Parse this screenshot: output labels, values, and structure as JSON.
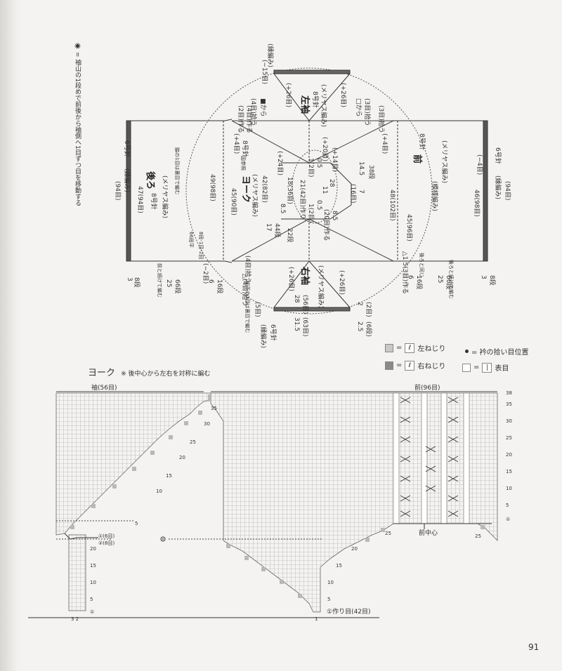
{
  "note": {
    "mark": "◉",
    "text": "= 袖山の1段めで前後から袖側へ1目ずつ目を移動する"
  },
  "schematic": {
    "back_title": "後ろ",
    "back_needle": "8号針",
    "back_stitch": "(メリヤス編み)",
    "back_note": "脇の1目は裏目で編む",
    "front_title": "前",
    "front_needle": "8号針",
    "front_stitch": "(メリヤス編み)",
    "front_center": "(模様編み)",
    "yoke_title": "ヨーク",
    "yoke_ref": "図参照",
    "yoke_stitch": "(メリヤス編み)",
    "yoke_needle": "8号針",
    "left_sleeve": "左袖",
    "right_sleeve": "右袖",
    "sleeve_needle": "8号針",
    "sleeve_stitch": "(メリヤス編み)",
    "rib": "(縁編み)",
    "rib_needle": "6号針",
    "w_back_edge": "(94目)",
    "w_back": "47(94目)",
    "w_back2": "49(98目)",
    "w_back3": "45(90目)",
    "w_front": "48(102目)",
    "w_front2": "45(96目)",
    "w_front3": "46(98目)",
    "w_front_edge": "(94目)",
    "w_yoke1": "21(42目)作り",
    "w_yoke2": "18(36目)",
    "w_yoke3": "42(82目)",
    "plus24": "(+24目)",
    "plus20": "(+20目)",
    "plus14": "(+14目)",
    "plus4": "(+4目)",
    "plus26": "(+26目)",
    "minus2": "(−2目)",
    "minus4": "(−4目)",
    "minus15": "(−15目)",
    "pick4": "(4目)拾う",
    "pick3": "(3目)拾う",
    "make2": "(2目)作る",
    "make4": "(4目)作る",
    "sq_from": "■から",
    "sq_pick": "(4目)拾う",
    "circ_from": "□から",
    "circ_pick": "(3目)拾う",
    "h_66": "66段平",
    "h_8dan": "8段-1目-2回",
    "h_17": "17",
    "h_44": "44段",
    "h_22": "22段",
    "h_85": "8.5",
    "h_14": "14.5",
    "h_38": "38段",
    "h_28": "28",
    "h_11": "11",
    "h_7": "7",
    "h_16": "(16目)",
    "h_85b": "8.5",
    "h_20": "(20目)作る",
    "h_05": "0.5",
    "h_1": "1(2目)",
    "h_05b": "0.5",
    "h_1b": "1(2目)",
    "h_sl28": "28",
    "h_sl56": "(56目)",
    "h_sl315": "31.5",
    "h_sl63": "(63目)",
    "h_sl2": "2",
    "h_sl2d": "(2目)",
    "h_sl25": "2.5",
    "h_sl6": "(6段)",
    "h_25": "25",
    "h_66b": "66段",
    "h_6": "6",
    "h_16b": "16段",
    "h_3": "3",
    "h_8": "8段",
    "h_25r": "25",
    "h_66r": "66段",
    "h_6r": "6",
    "h_16r": "16段",
    "h_3r": "3",
    "h_8r": "8段",
    "cont_back": "前と続けて編む",
    "cont_front": "後ろと続けて編む",
    "same_back": "後ろと同じ",
    "tri_pick": "△(4目)拾う",
    "tri_pick2": "△1.5(3目)作る",
    "cuff_note": "袖下の1目は裏目で編む",
    "w_sl": "(5目)"
  },
  "legend": {
    "left_twist": "左ねじり",
    "right_twist": "右ねじり",
    "pick_pos": "= 衿の拾い目位置",
    "knit": "表目",
    "eq": "="
  },
  "yoke": {
    "title": "ヨーク",
    "subtitle": "※ 後中心から左右を対称に編む"
  },
  "chart": {
    "sleeve_label": "袖(56目)",
    "front_label": "前(96目)",
    "front_center": "前中心",
    "cast_on": "①作り目(42目)",
    "first_row": "①(6目)",
    "second": "②(8目)",
    "row_nums": [
      "38",
      "35",
      "30",
      "25",
      "20",
      "15",
      "10",
      "5",
      "①"
    ],
    "left_nums": [
      "35",
      "30",
      "25",
      "20",
      "15",
      "10",
      "5"
    ],
    "bottom_left": "3 2",
    "bottom_mid": "1",
    "n25": "25",
    "n20": "20",
    "n15": "15",
    "n10": "10",
    "n5": "5",
    "n1": "①"
  },
  "page_number": "91"
}
